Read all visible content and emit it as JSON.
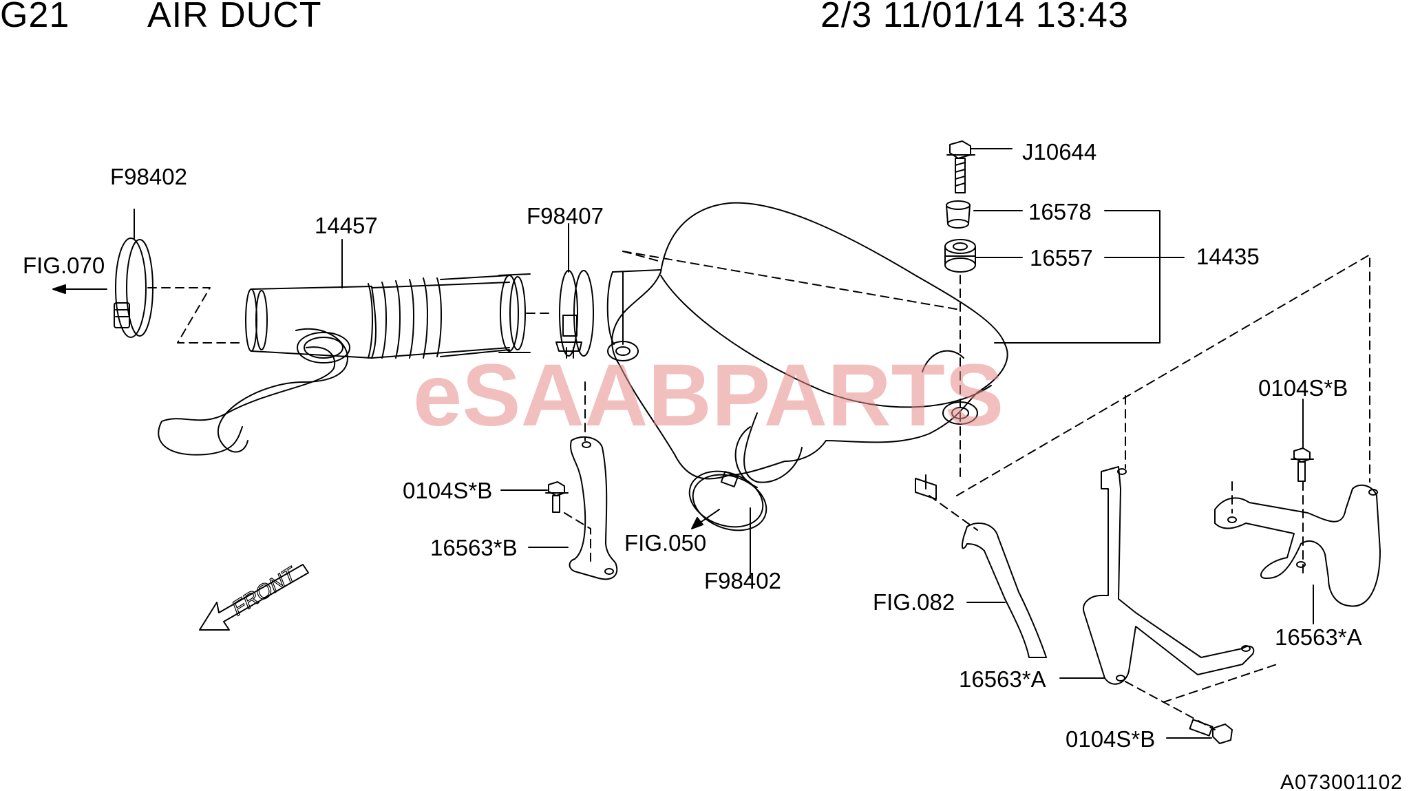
{
  "header": {
    "group_code": "G21",
    "title": "AIR DUCT",
    "page_date": "2/3 11/01/14 13:43"
  },
  "watermark": {
    "prefix": "eSAAB",
    "suffix": "PARTS",
    "color": "#e88a8a"
  },
  "callouts": {
    "f98402_top": "F98402",
    "fig070": "FIG.070",
    "p14457": "14457",
    "f98407": "F98407",
    "j10644": "J10644",
    "p16578": "16578",
    "p16557": "16557",
    "p14435": "14435",
    "bolt_left": "0104S*B",
    "bracket_left": "16563*B",
    "fig050": "FIG.050",
    "f98402_bottom": "F98402",
    "fig082": "FIG.082",
    "bolt_right": "0104S*B",
    "bracket_right_a": "16563*A",
    "bracket_center_a": "16563*A",
    "bolt_bottom": "0104S*B"
  },
  "front_marker": "FRONT",
  "drawing_code": "A073001102"
}
